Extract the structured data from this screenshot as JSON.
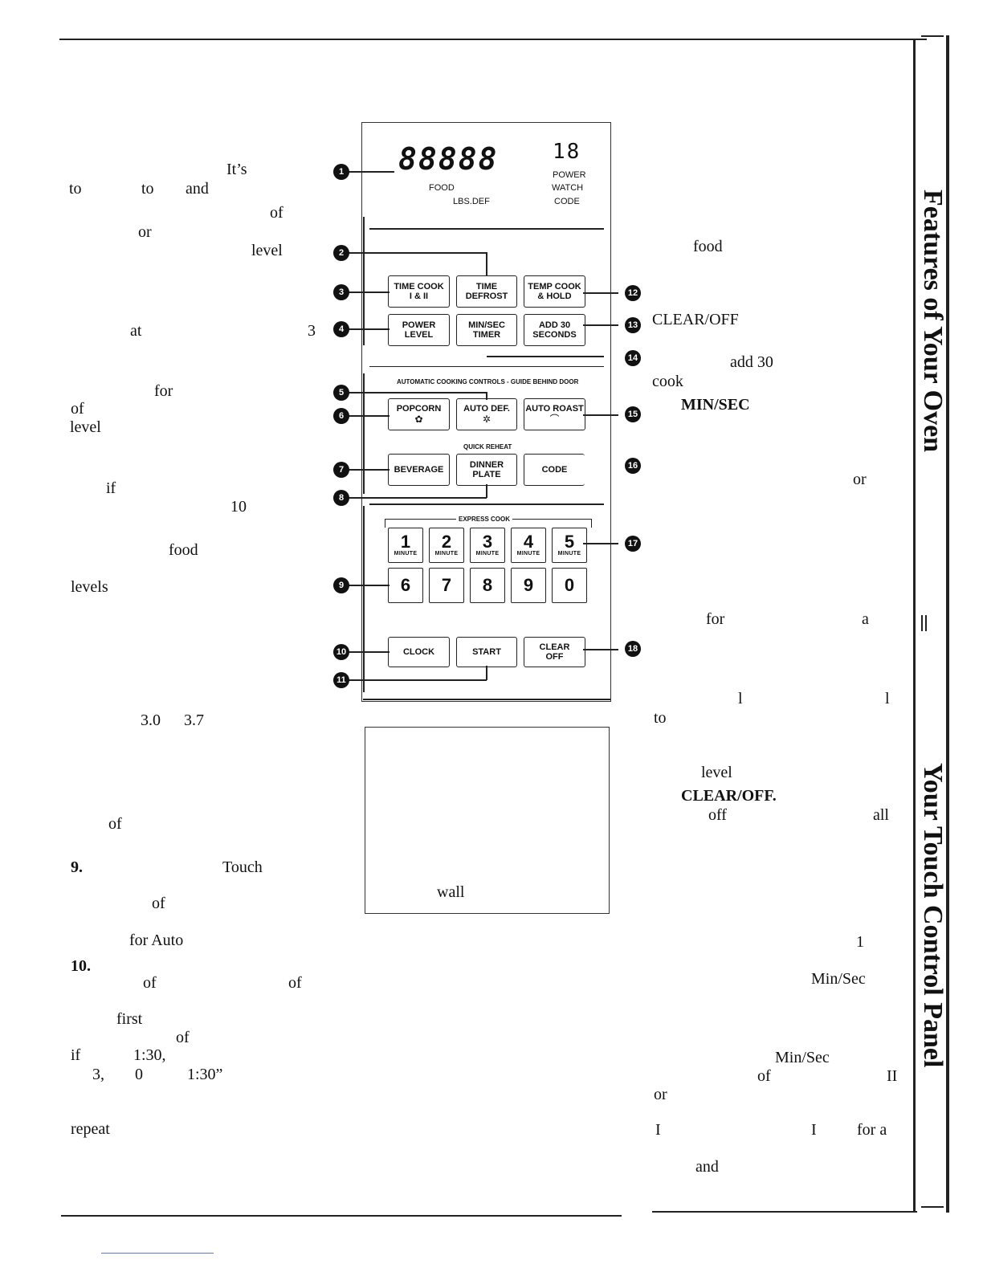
{
  "side_heading": {
    "features": "Features of Your Oven",
    "touch_panel": "Your Touch Control Panel"
  },
  "left_column": {
    "f1": "It’s",
    "f2": "to",
    "f3": "to",
    "f4": "and",
    "f5": "of",
    "f6": "or",
    "f7": "level",
    "f8": "at",
    "f9": "3",
    "f10": "for",
    "f11": "of",
    "f12": "level",
    "f13": "if",
    "f14": "10",
    "f15": "food",
    "f16": "levels",
    "f17": "3.0",
    "f18": "3.7",
    "f19": "of",
    "f20": "9.",
    "f21": "Touch",
    "f22": "of",
    "f23": "for Auto",
    "f24": "10.",
    "f25": "of",
    "f26": "of",
    "f27": "first",
    "f28": "of",
    "f29": "if",
    "f30": "1:30,",
    "f31": "3,",
    "f32": "0",
    "f33": "1:30”",
    "f34": "repeat"
  },
  "right_column": {
    "r1": "food",
    "r2": "CLEAR/OFF",
    "r3": "add 30",
    "r4": "cook",
    "r5": "MIN/SEC",
    "r6": "or",
    "r7": "for",
    "r8": "a",
    "r9": "l",
    "r10": "l",
    "r11": "to",
    "r12": "level",
    "r13": "CLEAR/OFF.",
    "r14": "off",
    "r15": "all",
    "r16": "1",
    "r17": "Min/Sec",
    "r18": "Min/Sec",
    "r19": "of",
    "r20": "II",
    "r21": "or",
    "r22": "I",
    "r23": "I",
    "r24": "for a",
    "r25": "and"
  },
  "note_box": {
    "text": "wall"
  },
  "panel": {
    "display": {
      "digits": "88888",
      "small_digits": "18",
      "food": "FOOD",
      "lbs_def": "LBS.DEF",
      "power": "POWER",
      "watch": "WATCH",
      "code": "CODE"
    },
    "section_auto": "AUTOMATIC COOKING CONTROLS - GUIDE BEHIND DOOR",
    "section_quick": "QUICK REHEAT",
    "section_express": "EXPRESS COOK",
    "buttons": {
      "time_cook": [
        "TIME COOK",
        "I & II"
      ],
      "time_defrost": [
        "TIME",
        "DEFROST"
      ],
      "temp_cook": [
        "TEMP COOK",
        "& HOLD"
      ],
      "power_level": [
        "POWER",
        "LEVEL"
      ],
      "min_sec": [
        "MIN/SEC",
        "TIMER"
      ],
      "add30": [
        "ADD 30",
        "SECONDS"
      ],
      "popcorn": "POPCORN",
      "auto_def": "AUTO DEF.",
      "auto_roast": "AUTO ROAST",
      "beverage": "BEVERAGE",
      "dinner_plate": [
        "DINNER",
        "PLATE"
      ],
      "code": "CODE",
      "clock": "CLOCK",
      "start": "START",
      "clear_off": [
        "CLEAR",
        "OFF"
      ]
    },
    "express_keys": [
      {
        "d": "1",
        "m": "MINUTE"
      },
      {
        "d": "2",
        "m": "MINUTE"
      },
      {
        "d": "3",
        "m": "MINUTE"
      },
      {
        "d": "4",
        "m": "MINUTE"
      },
      {
        "d": "5",
        "m": "MINUTE"
      }
    ],
    "number_keys": [
      "6",
      "7",
      "8",
      "9",
      "0"
    ],
    "callouts": [
      "1",
      "2",
      "3",
      "4",
      "5",
      "6",
      "7",
      "8",
      "9",
      "10",
      "11",
      "12",
      "13",
      "14",
      "15",
      "16",
      "17",
      "18"
    ],
    "icons": {
      "popcorn": "popcorn-icon",
      "auto_def": "snowflake-icon",
      "auto_roast": "roast-icon"
    }
  }
}
